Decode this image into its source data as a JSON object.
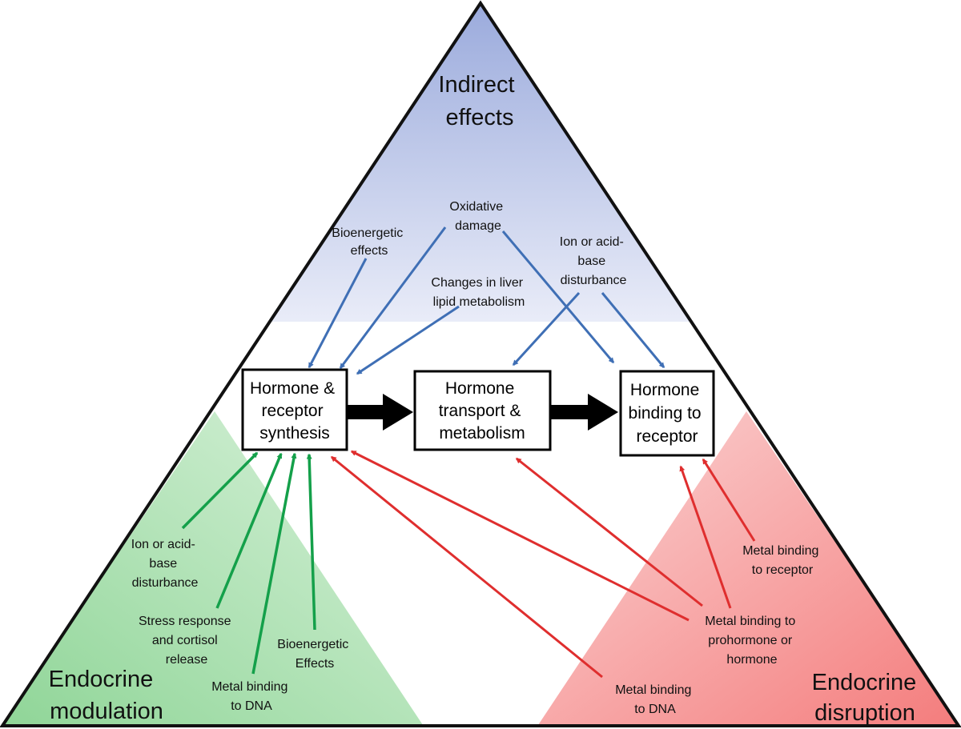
{
  "regions": {
    "indirect": {
      "line1": "Indirect",
      "line2": "effects",
      "color": "#9eaedd"
    },
    "modulation": {
      "line1": "Endocrine",
      "line2": "modulation",
      "color": "#9fdaa4"
    },
    "disruption": {
      "line1": "Endocrine",
      "line2": "disruption",
      "color": "#f58a8a"
    }
  },
  "boxes": {
    "synthesis": {
      "line1": "Hormone &",
      "line2": "receptor",
      "line3": "synthesis"
    },
    "transport": {
      "line1": "Hormone",
      "line2": "transport &",
      "line3": "metabolism"
    },
    "binding": {
      "line1": "Hormone",
      "line2": "binding to",
      "line3": "receptor"
    }
  },
  "indirect_labels": {
    "bioenergetic": {
      "line1": "Bioenergetic",
      "line2": "effects"
    },
    "oxidative": {
      "line1": "Oxidative",
      "line2": "damage"
    },
    "ion": {
      "line1": "Ion or acid-",
      "line2": "base",
      "line3": "disturbance"
    },
    "liver": {
      "line1": "Changes in liver",
      "line2": "lipid metabolism"
    }
  },
  "modulation_labels": {
    "ion": {
      "line1": "Ion or acid-",
      "line2": "base",
      "line3": "disturbance"
    },
    "stress": {
      "line1": "Stress response",
      "line2": "and cortisol",
      "line3": "release"
    },
    "bioenergetic": {
      "line1": "Bioenergetic",
      "line2": "Effects"
    },
    "dna": {
      "line1": "Metal binding",
      "line2": "to DNA"
    }
  },
  "disruption_labels": {
    "receptor": {
      "line1": "Metal binding",
      "line2": "to receptor"
    },
    "prohormone": {
      "line1": "Metal binding to",
      "line2": "prohormone or",
      "line3": "hormone"
    },
    "dna": {
      "line1": "Metal binding",
      "line2": "to DNA"
    }
  },
  "arrow_colors": {
    "indirect": "#3f6fb5",
    "modulation": "#14a04a",
    "disruption": "#df2e2e",
    "flow": "#000000"
  }
}
